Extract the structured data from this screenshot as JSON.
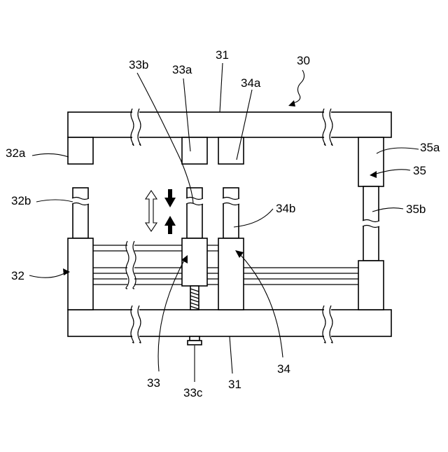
{
  "labels": {
    "device": "30",
    "top_plate": "31",
    "bottom_plate": "31",
    "col32": "32",
    "col32a": "32a",
    "col32b": "32b",
    "col33": "33",
    "col33a": "33a",
    "col33b": "33b",
    "col33c": "33c",
    "col34": "34",
    "col34a": "34a",
    "col34b": "34b",
    "col35": "35",
    "col35a": "35a",
    "col35b": "35b"
  },
  "icons": {
    "movement_arrows": "double-headed-vertical-arrow",
    "down_arrow": "solid-down-arrow",
    "up_arrow": "solid-up-arrow"
  }
}
